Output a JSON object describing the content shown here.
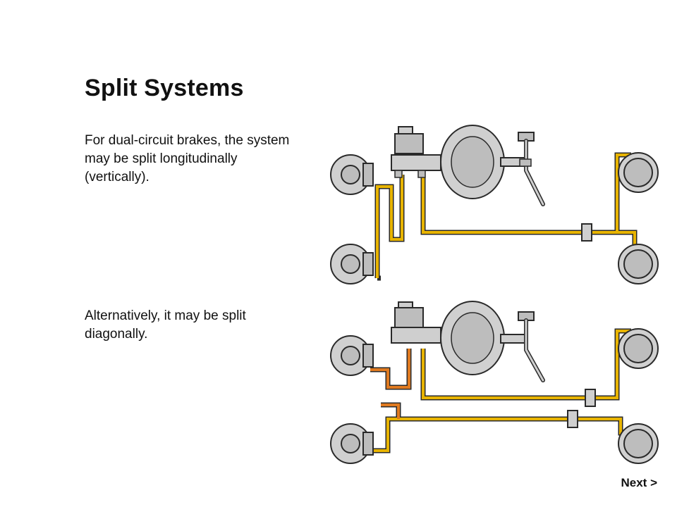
{
  "slide": {
    "title": "Split Systems",
    "para1": "For dual-circuit brakes, the system may be split longitudinally (vertically).",
    "para2": "Alternatively, it may be split diagonally.",
    "next_label": "Next >"
  },
  "diagrams": [
    {
      "name": "longitudinal-split-diagram",
      "layout": "longitudinal"
    },
    {
      "name": "diagonal-split-diagram",
      "layout": "diagonal"
    }
  ],
  "colors": {
    "brake_line_yellow": "#e8b400",
    "brake_line_orange": "#e07a20",
    "component_gray": "#bdbdbd",
    "outline": "#2a2a2a"
  },
  "icons": {
    "master_cylinder": "master-cylinder-icon",
    "brake_booster": "brake-booster-icon",
    "brake_pedal": "brake-pedal-icon",
    "disc_brake": "disc-brake-icon",
    "drum_brake": "drum-brake-icon",
    "pressure_valve": "pressure-valve-icon"
  }
}
